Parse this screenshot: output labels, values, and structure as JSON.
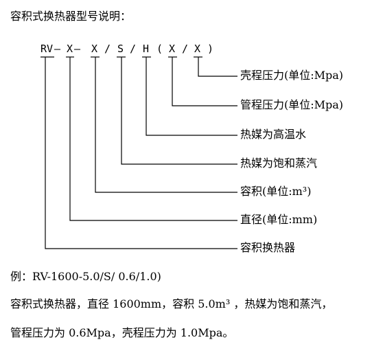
{
  "title": "容积式换热器型号说明：",
  "code_tokens": [
    "RV",
    "X",
    "X",
    "S",
    "H",
    "X",
    "X"
  ],
  "code_separators": [
    "—",
    "—",
    "/",
    "/",
    "(",
    "/",
    ")"
  ],
  "labels": [
    "壳程压力(单位:Mpa)",
    "管程压力(单位:Mpa)",
    "热媒为高温水",
    "热媒为饱和蒸汽",
    "容积(单位:m³)",
    "直径(单位:mm)",
    "容积换热器"
  ],
  "example": {
    "line1": "例：RV-1600-5.0/S/ 0.6/1.0)",
    "line2": "容积式换热器，直径 1600mm，容积 5.0m³ ，热媒为饱和蒸汽，",
    "line3": "管程压力为 0.6Mpa，壳程压力为 1.0Mpa。"
  }
}
